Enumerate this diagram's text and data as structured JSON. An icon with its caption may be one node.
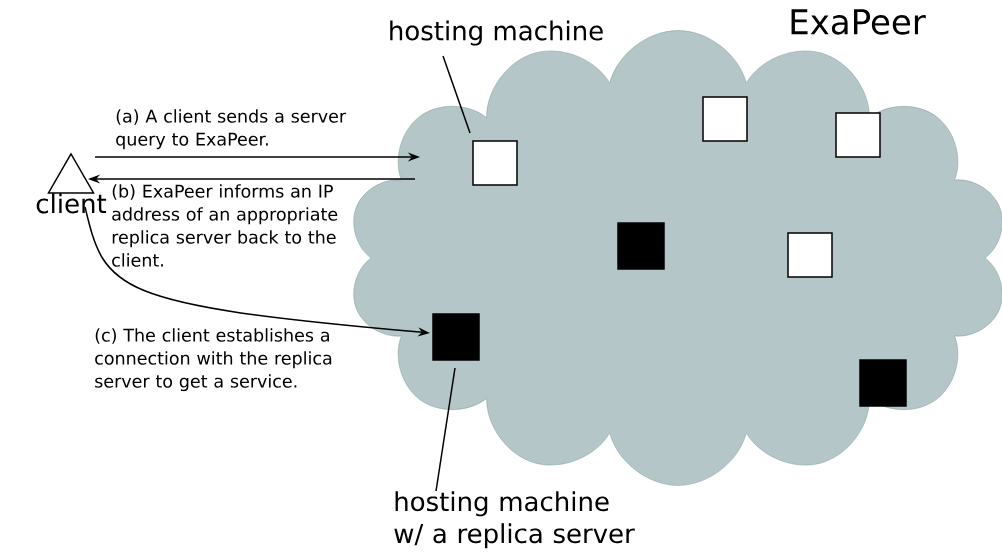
{
  "diagram": {
    "nodes": [
      {
        "text": [
          "ExaPeer"
        ]
      },
      {
        "text": [
          "client"
        ]
      },
      {
        "text": [
          "hosting machine"
        ]
      },
      {
        "text": [],
        "shape": "box",
        "in": 0
      },
      {
        "text": [],
        "shape": "box",
        "in": 0
      },
      {
        "text": [],
        "shape": "box",
        "in": 0
      },
      {
        "text": [],
        "shape": "box",
        "in": 0
      },
      {
        "text": [],
        "shape": "box",
        "in": 0
      },
      {
        "text": [],
        "shape": "box",
        "in": 0
      },
      {
        "text": [],
        "shape": "box",
        "in": 0
      },
      {
        "text": [
          "hosting machine w/ a replica server"
        ]
      }
    ],
    "edges": [
      {
        "from": 1,
        "to": 0,
        "arrow": "to",
        "label": "(a) A client sends a server query to ExaPeer."
      },
      {
        "from": 0,
        "to": 1,
        "arrow": "to",
        "label": "(b) ExaPeer informs an IP address of an appropriate replica server back to the client."
      },
      {
        "from": 1,
        "to": 8,
        "arrow": "to",
        "label": "(c) The client establishes a connection with the replica server to get a service."
      },
      {
        "from": 2,
        "to": 3,
        "arrow": "none"
      },
      {
        "from": 10,
        "to": 8,
        "arrow": "none"
      }
    ]
  }
}
